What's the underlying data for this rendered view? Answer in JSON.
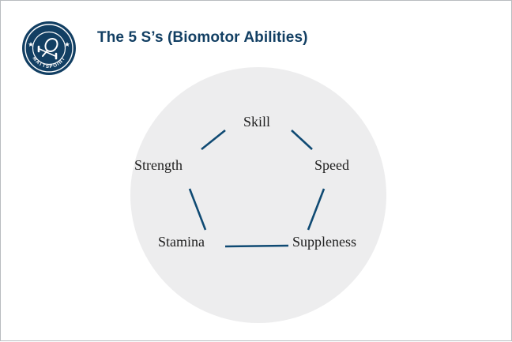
{
  "header": {
    "title": "The 5 S’s (Biomotor Abilities)"
  },
  "logo": {
    "ring_text": "MATTSPOINT"
  },
  "diagram": {
    "nodes": [
      {
        "id": "skill",
        "label": "Skill"
      },
      {
        "id": "speed",
        "label": "Speed"
      },
      {
        "id": "suppleness",
        "label": "Suppleness"
      },
      {
        "id": "stamina",
        "label": "Stamina"
      },
      {
        "id": "strength",
        "label": "Strength"
      }
    ],
    "edges": [
      [
        "skill",
        "speed"
      ],
      [
        "speed",
        "suppleness"
      ],
      [
        "suppleness",
        "stamina"
      ],
      [
        "stamina",
        "strength"
      ],
      [
        "strength",
        "skill"
      ]
    ]
  },
  "colors": {
    "brand": "#123f63",
    "circle": "#ededee",
    "edge": "#0f4a73",
    "text": "#1f1f1f"
  }
}
